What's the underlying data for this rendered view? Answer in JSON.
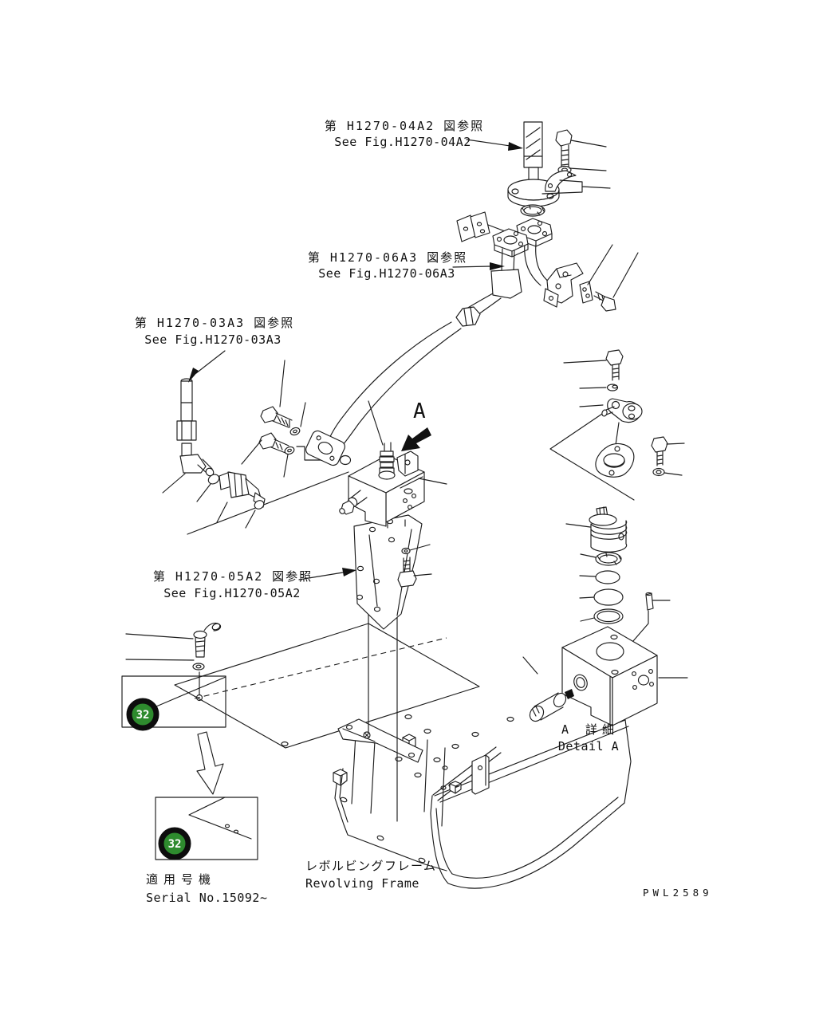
{
  "drawing": {
    "code": "PWL2589",
    "section_marker": "A",
    "refs": {
      "r04a2": {
        "jp": "第 H1270-04A2 図参照",
        "en": "See Fig.H1270-04A2"
      },
      "r06a3": {
        "jp": "第 H1270-06A3 図参照",
        "en": "See Fig.H1270-06A3"
      },
      "r03a3": {
        "jp": "第 H1270-03A3 図参照",
        "en": "See Fig.H1270-03A3"
      },
      "r05a2": {
        "jp": "第 H1270-05A2 図参照",
        "en": "See Fig.H1270-05A2"
      }
    },
    "detail": {
      "jp": "A 詳細",
      "en": "Detail A"
    },
    "frame": {
      "jp": "レボルビングフレーム",
      "en": "Revolving Frame"
    },
    "applicability": {
      "jp": "適用号機",
      "en": "Serial No.15092~"
    },
    "badge": {
      "value": "32",
      "fill": "#2e8b2e",
      "ring": "#0d0d0d",
      "text": "#ffffff"
    }
  }
}
